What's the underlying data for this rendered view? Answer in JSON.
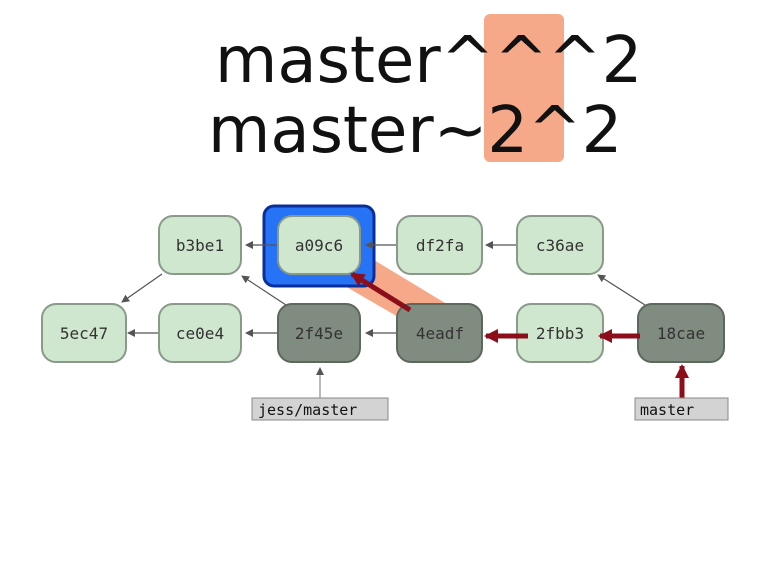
{
  "expressions": [
    {
      "prefix": "master^^",
      "highlight": "^2"
    },
    {
      "prefix": "master~2",
      "highlight": "^2"
    }
  ],
  "commits": [
    {
      "id": "b3be1",
      "state": "normal"
    },
    {
      "id": "a09c6",
      "state": "selected"
    },
    {
      "id": "df2fa",
      "state": "normal"
    },
    {
      "id": "c36ae",
      "state": "normal"
    },
    {
      "id": "5ec47",
      "state": "normal"
    },
    {
      "id": "ce0e4",
      "state": "normal"
    },
    {
      "id": "2f45e",
      "state": "traversed"
    },
    {
      "id": "4eadf",
      "state": "traversed"
    },
    {
      "id": "2fbb3",
      "state": "normal"
    },
    {
      "id": "18cae",
      "state": "traversed"
    }
  ],
  "refs": [
    {
      "name": "jess/master",
      "points_to": "2f45e"
    },
    {
      "name": "master",
      "points_to": "18cae"
    }
  ],
  "colors": {
    "commit_fill": "#cfe6cf",
    "commit_stroke": "#8a9a8a",
    "traversed_fill": "#7f8c7f",
    "selected_border": "#1f5fff",
    "highlight": "#f6a989",
    "traversal_arrow": "#8b0e1a"
  }
}
